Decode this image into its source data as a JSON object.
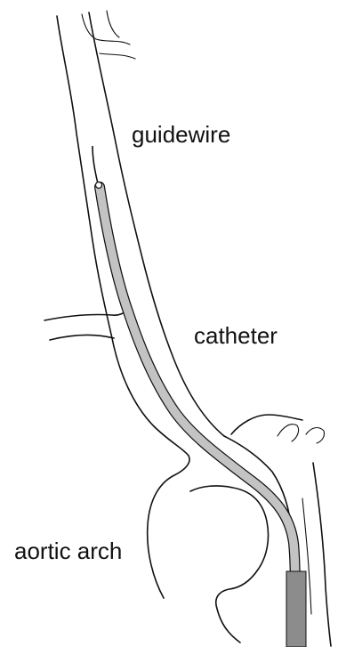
{
  "labels": {
    "guidewire": "guidewire",
    "catheter": "catheter",
    "aortic_arch": "aortic arch"
  },
  "colors": {
    "catheter_fill": "#c3c3c3",
    "catheter_tip_fill": "#8c8c8c",
    "outline": "#111111",
    "background": "#ffffff"
  }
}
